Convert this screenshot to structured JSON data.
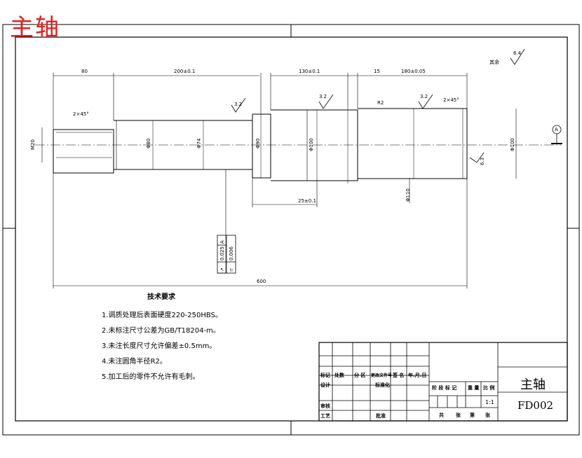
{
  "header": {
    "title": "主轴"
  },
  "drawing": {
    "roughness_general": {
      "label": "其余",
      "value": "6.4"
    },
    "roughness_marks": [
      "3.2",
      "3.2",
      "3.2",
      "6.3"
    ],
    "datum": "A",
    "dimensions": {
      "len_80": "80",
      "len_200": "200±0.1",
      "len_130": "130±0.1",
      "len_15": "15",
      "len_180": "180±0.05",
      "len_25": "25±0.1",
      "len_600": "600",
      "chamfer_left": "2×45°",
      "chamfer_right": "2×45°",
      "radius": "R2",
      "d_m": "M20",
      "d_80": "Φ80",
      "d_74": "Φ74",
      "d_90": "Φ90",
      "d_100a": "Φ100",
      "d_110": "Φ110",
      "d_100b": "Φ100"
    },
    "tolerance_frame": {
      "row1": {
        "symbol": "↗",
        "value": "0.025",
        "datum": "A"
      },
      "row2": {
        "symbol": "⌭",
        "value": "0.006"
      }
    }
  },
  "tech_requirements": {
    "title": "技术要求",
    "items": [
      "1.调质处理后表面硬度220-250HBS。",
      "2.未标注尺寸公差为GB/T18204-m。",
      "3.未注长度尺寸允许偏差±0.5mm。",
      "4.未注圆角半径R2。",
      "5.加工后的零件不允许有毛刺。"
    ]
  },
  "title_block": {
    "part_name": "主轴",
    "drawing_no": "FD002",
    "scale": "1:1",
    "rev_headers": [
      "标记",
      "处数",
      "分 区",
      "更改文件号",
      "签 名",
      "年.月.日"
    ],
    "row_design": "设计",
    "row_standard": "标准化",
    "row_review": "审核",
    "row_process": "工艺",
    "row_approve": "批准",
    "stage_headers": [
      "阶 段 标 记",
      "重 量",
      "比 例"
    ],
    "sheet_row": [
      "共",
      "张",
      "第",
      "张"
    ]
  }
}
